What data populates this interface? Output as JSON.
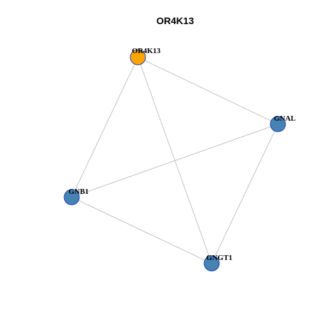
{
  "title": "OR4K13",
  "colors": {
    "edge": "#b3b3b3",
    "node_border": "#1f3fb0",
    "query_node": "#ffa500",
    "neighbor_node": "#4682b4"
  },
  "nodes": [
    {
      "id": "OR4K13",
      "label": "OR4K13",
      "role": "query"
    },
    {
      "id": "GNAL",
      "label": "GNAL",
      "role": "neighbor"
    },
    {
      "id": "GNB1",
      "label": "GNB1",
      "role": "neighbor"
    },
    {
      "id": "GNGT1",
      "label": "GNGT1",
      "role": "neighbor"
    }
  ],
  "edges": [
    [
      "OR4K13",
      "GNAL"
    ],
    [
      "OR4K13",
      "GNB1"
    ],
    [
      "OR4K13",
      "GNGT1"
    ],
    [
      "GNAL",
      "GNB1"
    ],
    [
      "GNAL",
      "GNGT1"
    ],
    [
      "GNB1",
      "GNGT1"
    ]
  ]
}
